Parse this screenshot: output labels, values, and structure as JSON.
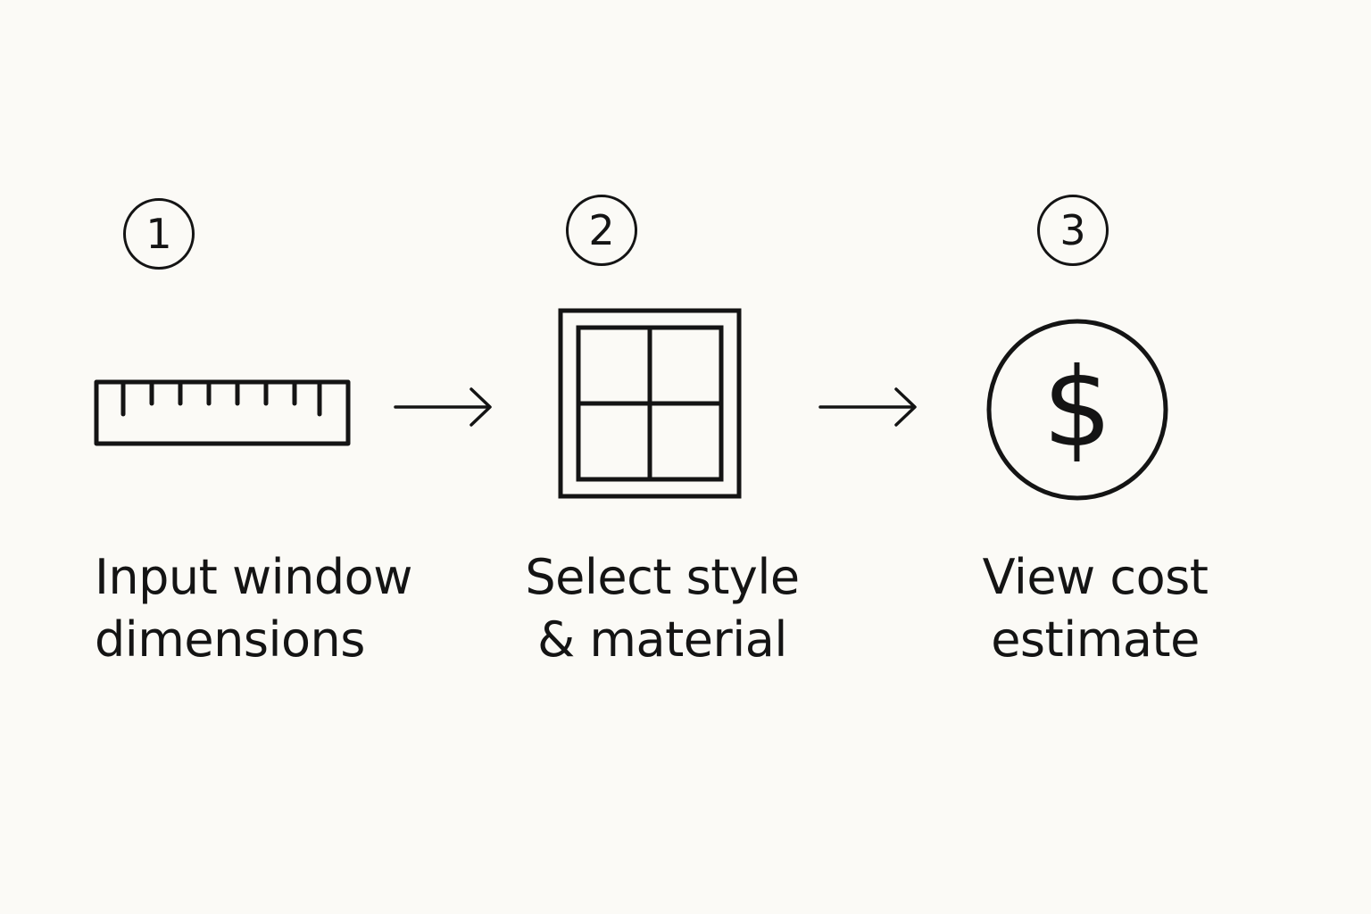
{
  "steps": [
    {
      "number": "1",
      "icon": "ruler-icon",
      "label_line1": "Input window",
      "label_line2": "dimensions"
    },
    {
      "number": "2",
      "icon": "window-icon",
      "label_line1": "Select style",
      "label_line2": "& material"
    },
    {
      "number": "3",
      "icon": "dollar-icon",
      "label_line1": "View cost",
      "label_line2": "estimate"
    }
  ],
  "connectors": [
    "arrow-right-icon",
    "arrow-right-icon"
  ],
  "colors": {
    "background": "#fbfaf6",
    "stroke": "#141414"
  }
}
